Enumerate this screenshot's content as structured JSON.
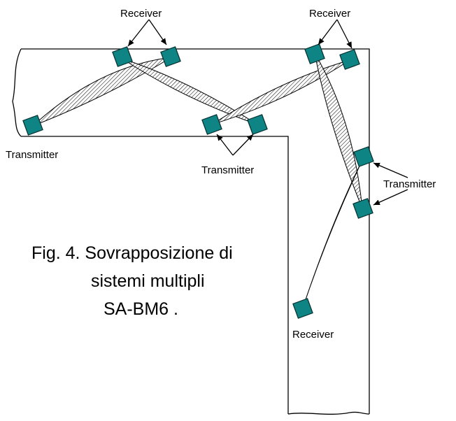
{
  "labels": {
    "receiver_top_left": "Receiver",
    "receiver_top_right": "Receiver",
    "transmitter_left": "Transmitter",
    "transmitter_center": "Transmitter",
    "transmitter_right": "Transmitter",
    "receiver_bottom": "Receiver"
  },
  "caption": {
    "line1": "Fig. 4.  Sovrapposizione di",
    "line2": "sistemi multipli",
    "line3": "SA-BM6 ."
  },
  "colors": {
    "device_fill": "#0e8484",
    "device_stroke": "#062f2f",
    "hatch": "#000000"
  }
}
